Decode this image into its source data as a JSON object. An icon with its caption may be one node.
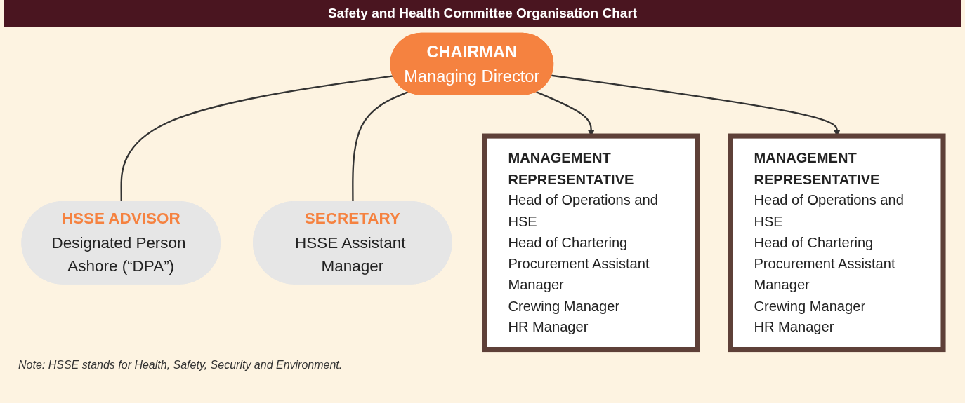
{
  "diagram": {
    "title": "Safety and Health Committee Organisation Chart",
    "caption": "Note: HSSE stands for Health, Safety, Security and Environment.",
    "nodes": [
      {
        "text": [
          "CHAIRMAN",
          "Managing Director"
        ]
      },
      {
        "text": [
          "HSSE ADVISOR",
          "Designated Person Ashore (“DPA”)"
        ]
      },
      {
        "text": [
          "SECRETARY",
          "HSSE Assistant Manager"
        ]
      },
      {
        "text": [
          "MANAGEMENT REPRESENTATIVE",
          "Head of Operations and HSE",
          "Head of Chartering",
          "Procurement Assistant Manager",
          "Crewing Manager",
          "HR Manager"
        ]
      },
      {
        "text": [
          "MANAGEMENT REPRESENTATIVE",
          "Head of Operations and HSE",
          "Head of Chartering",
          "Procurement Assistant Manager",
          "Crewing Manager",
          "HR Manager"
        ]
      }
    ],
    "edges": [
      {
        "from": 0,
        "to": 1,
        "arrow": "none"
      },
      {
        "from": 0,
        "to": 2,
        "arrow": "none"
      },
      {
        "from": 0,
        "to": 3,
        "arrow": "to"
      },
      {
        "from": 0,
        "to": 4,
        "arrow": "to"
      }
    ]
  }
}
